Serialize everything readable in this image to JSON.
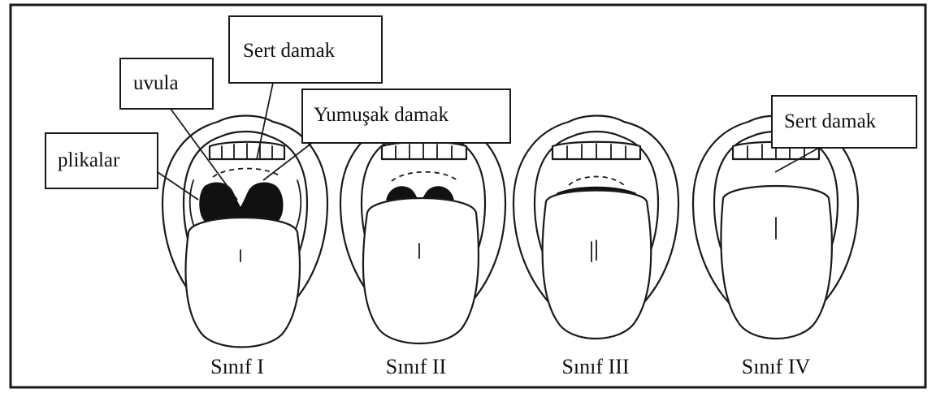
{
  "labels": {
    "sert_damak_1": "Sert damak",
    "uvula": "uvula",
    "yumusak_damak": "Yumuşak damak",
    "plikalar": "plikalar",
    "sert_damak_4": "Sert damak"
  },
  "captions": {
    "class1": "Sınıf I",
    "class2": "Sınıf II",
    "class3": "Sınıf III",
    "class4": "Sınıf IV"
  }
}
